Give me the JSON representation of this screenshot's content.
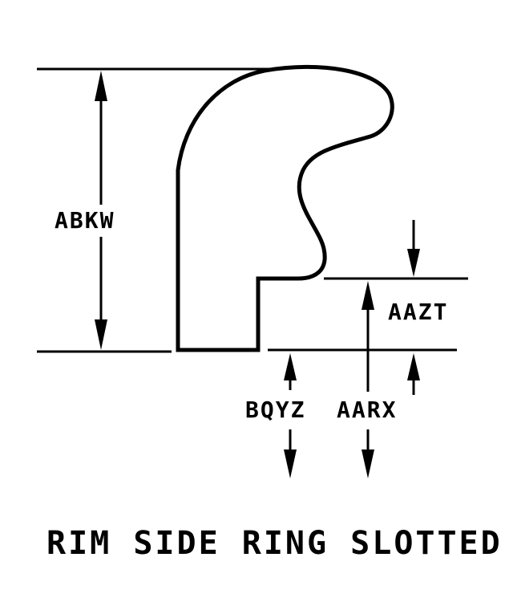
{
  "title": "RIM SIDE RING SLOTTED",
  "dimensions": {
    "overall_height": "ABKW",
    "step_height": "AAZT",
    "base_width": "BQYZ",
    "step_offset": "AARX"
  },
  "colors": {
    "ink": "#000000",
    "background": "#ffffff"
  }
}
